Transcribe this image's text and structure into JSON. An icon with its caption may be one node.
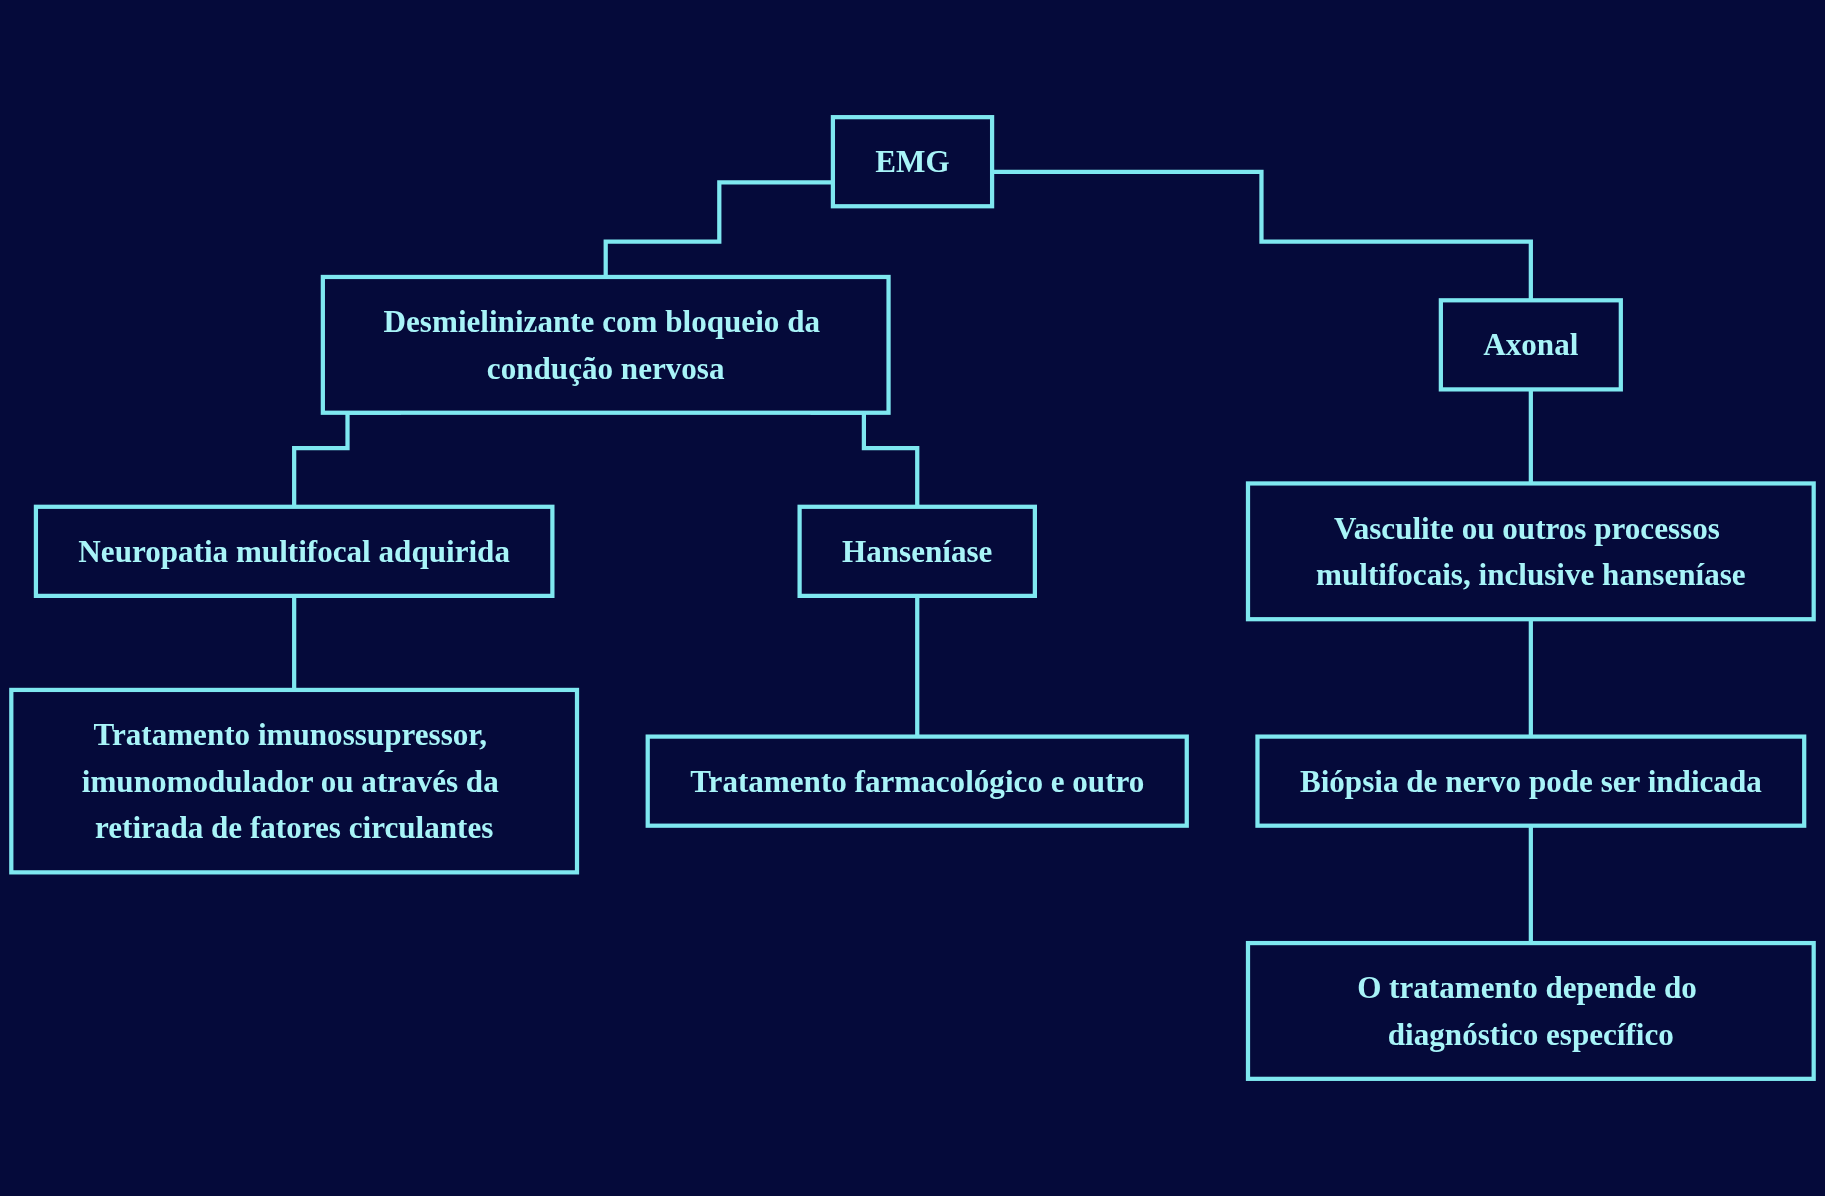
{
  "diagram": {
    "nodes": [
      {
        "text": [
          "EMG"
        ]
      },
      {
        "text": [
          "Desmielinizante com bloqueio da condução nervosa"
        ]
      },
      {
        "text": [
          "Axonal"
        ]
      },
      {
        "text": [
          "Neuropatia multifocal adquirida"
        ]
      },
      {
        "text": [
          "Hanseníase"
        ]
      },
      {
        "text": [
          "Vasculite ou outros processos multifocais, inclusive hanseníase"
        ]
      },
      {
        "text": [
          "Tratamento imunossupressor, imunomodulador ou através da retirada de fatores circulantes"
        ]
      },
      {
        "text": [
          "Tratamento farmacológico e outro"
        ]
      },
      {
        "text": [
          "Biópsia de nervo pode ser indicada"
        ]
      },
      {
        "text": [
          "O tratamento depende do diagnóstico específico"
        ]
      }
    ],
    "edges": [
      {
        "from": 0,
        "to": 1,
        "arrow": "none"
      },
      {
        "from": 0,
        "to": 2,
        "arrow": "none"
      },
      {
        "from": 1,
        "to": 3,
        "arrow": "none"
      },
      {
        "from": 1,
        "to": 4,
        "arrow": "none"
      },
      {
        "from": 2,
        "to": 5,
        "arrow": "none"
      },
      {
        "from": 3,
        "to": 6,
        "arrow": "none"
      },
      {
        "from": 4,
        "to": 7,
        "arrow": "none"
      },
      {
        "from": 5,
        "to": 8,
        "arrow": "none"
      },
      {
        "from": 8,
        "to": 9,
        "arrow": "none"
      }
    ]
  }
}
